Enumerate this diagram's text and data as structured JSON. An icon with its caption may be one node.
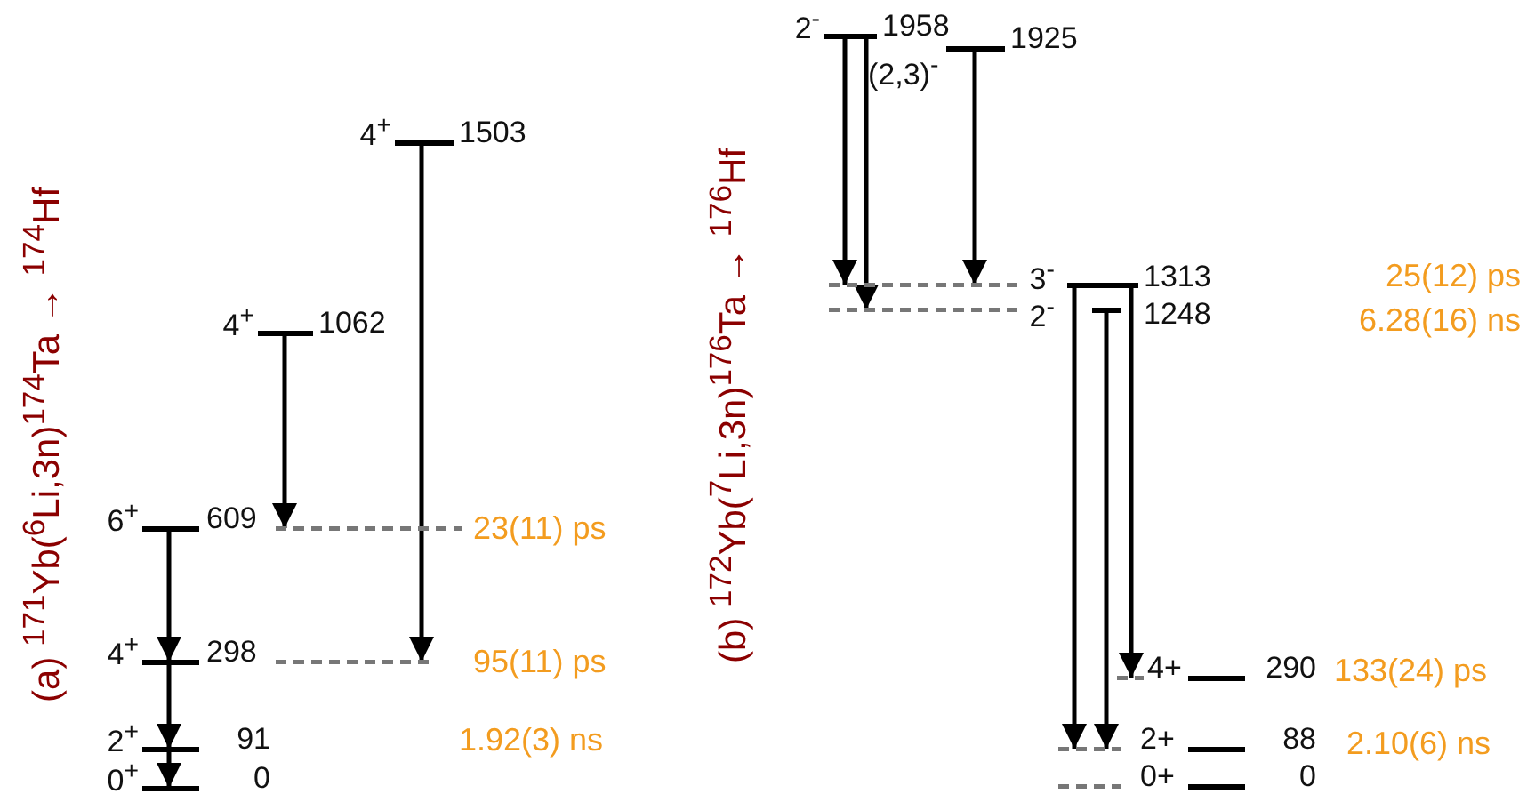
{
  "diagram": {
    "nodes": [
      {
        "text": [
          "4$^{+}$",
          "1503"
        ]
      },
      {
        "text": [
          "4$^{+}$",
          "1062"
        ]
      },
      {
        "text": [
          "6$^{+}$",
          "609"
        ]
      },
      {
        "text": [
          "4$^{+}$",
          "298"
        ]
      },
      {
        "text": [
          "2$^{+}$",
          "91"
        ]
      },
      {
        "text": [
          "0$^{+}$",
          "0"
        ]
      },
      {
        "text": [
          "2$^{-}$",
          "1958"
        ]
      },
      {
        "text": [
          "(2,3)$^{-}$",
          "1925"
        ]
      },
      {
        "text": [
          "3$^{-}$",
          "1313"
        ]
      },
      {
        "text": [
          "2$^{-}$",
          "1248"
        ]
      },
      {
        "text": [
          "4+",
          "290"
        ]
      },
      {
        "text": [
          "2+",
          "88"
        ]
      },
      {
        "text": [
          "0+",
          "0"
        ]
      }
    ],
    "edges": [
      {
        "from": 0,
        "to": 3,
        "arrow": "to"
      },
      {
        "from": 1,
        "to": 2,
        "arrow": "to"
      },
      {
        "from": 2,
        "to": 3,
        "arrow": "to"
      },
      {
        "from": 3,
        "to": 4,
        "arrow": "to"
      },
      {
        "from": 4,
        "to": 5,
        "arrow": "to"
      },
      {
        "from": 6,
        "to": 8,
        "arrow": "to"
      },
      {
        "from": 6,
        "to": 9,
        "arrow": "to"
      },
      {
        "from": 7,
        "to": 8,
        "arrow": "to"
      },
      {
        "from": 8,
        "to": 10,
        "arrow": "to"
      },
      {
        "from": 8,
        "to": 11,
        "arrow": "to"
      },
      {
        "from": 9,
        "to": 11,
        "arrow": "to"
      }
    ],
    "labels": [
      "(a) $^{171}$Yb($^{6}$Li,3n)$^{174}$Ta → $^{174}$Hf",
      "23(11) ps",
      "95(11) ps",
      "1.92(3) ns",
      "(b) $^{172}$Yb($^{7}$Li,3n)$^{176}$Ta → $^{176}$Hf",
      "25(12) ps",
      "6.28(16) ns",
      "133(24) ps",
      "2.10(6) ns"
    ]
  }
}
